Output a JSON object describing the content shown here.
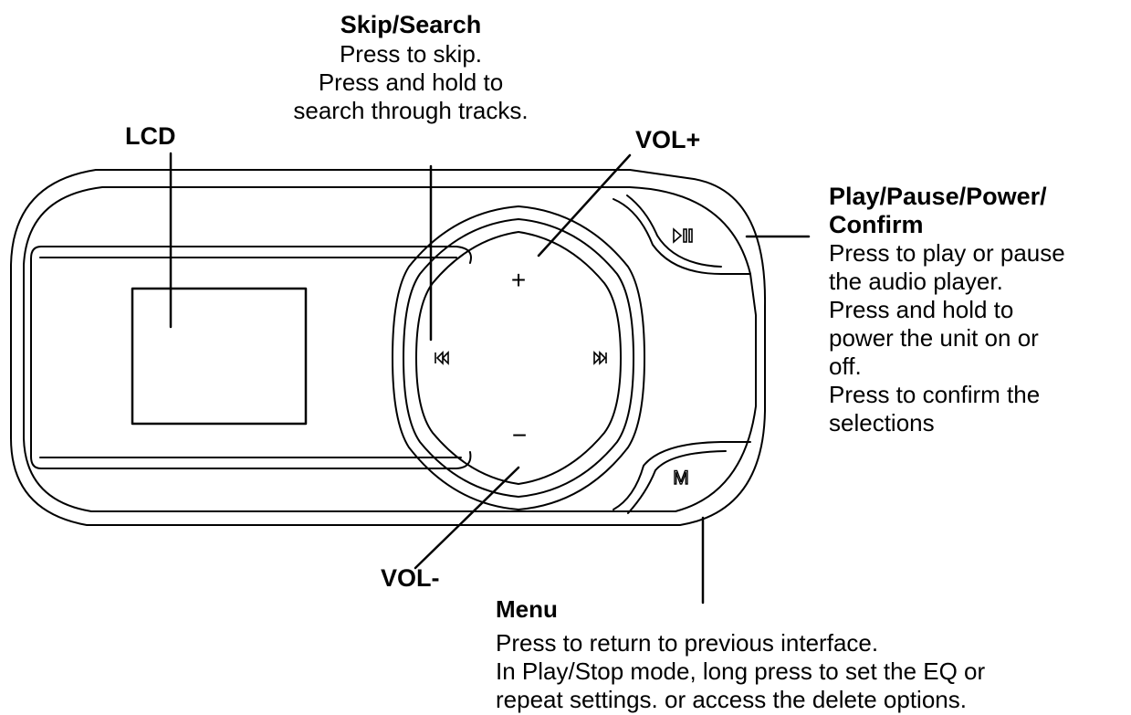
{
  "labels": {
    "lcd": "LCD",
    "skip_search": {
      "title": "Skip/Search",
      "lines": [
        "Press to skip.",
        "Press and hold to",
        "search through tracks."
      ]
    },
    "vol_plus": "VOL+",
    "vol_minus": "VOL-",
    "play_pause": {
      "title_lines": [
        "Play/Pause/Power/",
        "Confirm"
      ],
      "lines": [
        "Press to play or pause",
        "the audio player.",
        "Press and hold to",
        "power the unit on or",
        "off.",
        "Press to confirm the",
        "selections"
      ]
    },
    "menu": {
      "title": "Menu",
      "lines": [
        "Press to return to previous interface.",
        "In Play/Stop mode, long press to set the EQ or",
        "repeat settings. or access the delete options."
      ]
    }
  },
  "device": {
    "buttons": {
      "play_pause_icon": "play-pause-icon",
      "menu_glyph": "M",
      "prev_icon": "skip-back-icon",
      "next_icon": "skip-forward-icon",
      "plus_glyph": "+",
      "minus_glyph": "−"
    }
  }
}
